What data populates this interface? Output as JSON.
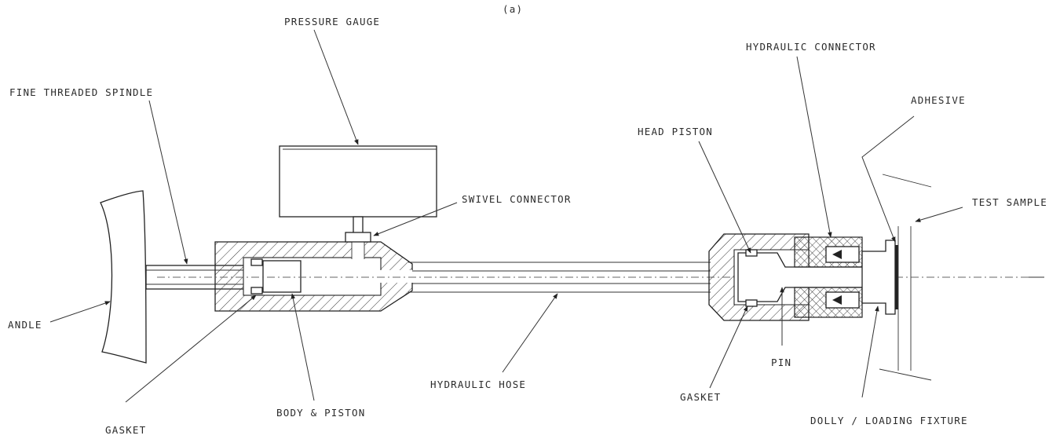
{
  "figure": {
    "panel_label": "(a)"
  },
  "labels": {
    "pressure_gauge": "PRESSURE GAUGE",
    "fine_threaded_spindle": "FINE THREADED SPINDLE",
    "swivel_connector": "SWIVEL CONNECTOR",
    "handle": "ANDLE",
    "gasket_left": "GASKET",
    "body_piston": "BODY & PISTON",
    "hydraulic_hose": "HYDRAULIC HOSE",
    "head_piston": "HEAD PISTON",
    "hydraulic_connector": "HYDRAULIC CONNECTOR",
    "adhesive": "ADHESIVE",
    "test_sample": "TEST SAMPLE",
    "pin": "PIN",
    "gasket_right": "GASKET",
    "dolly": "DOLLY / LOADING FIXTURE"
  }
}
